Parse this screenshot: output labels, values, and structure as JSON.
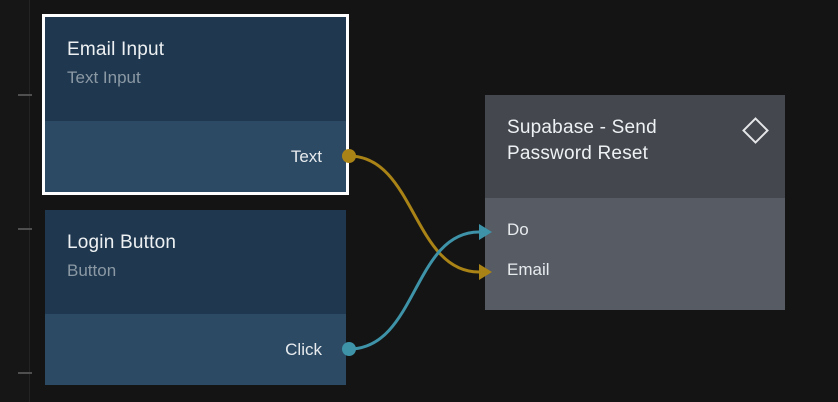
{
  "canvas": {
    "background": "#141414"
  },
  "nodes": [
    {
      "title": "Email Input",
      "subtitle": "Text Input",
      "selected": true,
      "outputs": [
        {
          "label": "Text"
        }
      ]
    },
    {
      "title": "Login Button",
      "subtitle": "Button",
      "selected": false,
      "outputs": [
        {
          "label": "Click"
        }
      ]
    },
    {
      "title": "Supabase - Send Password Reset",
      "icon": "diamond-icon",
      "inputs": [
        {
          "label": "Do"
        },
        {
          "label": "Email"
        }
      ]
    }
  ],
  "connections": [
    {
      "from": "Email Input.Text",
      "to": "Supabase - Send Password Reset.Email",
      "color": "#aa8316"
    },
    {
      "from": "Login Button.Click",
      "to": "Supabase - Send Password Reset.Do",
      "color": "#3e93a8"
    }
  ],
  "colors": {
    "node_header_blue": "#20384f",
    "node_port_blue": "#2d4a64",
    "node_header_gray": "#44474e",
    "node_port_gray": "#575b64",
    "selection": "#ffffff",
    "background": "#141414"
  }
}
